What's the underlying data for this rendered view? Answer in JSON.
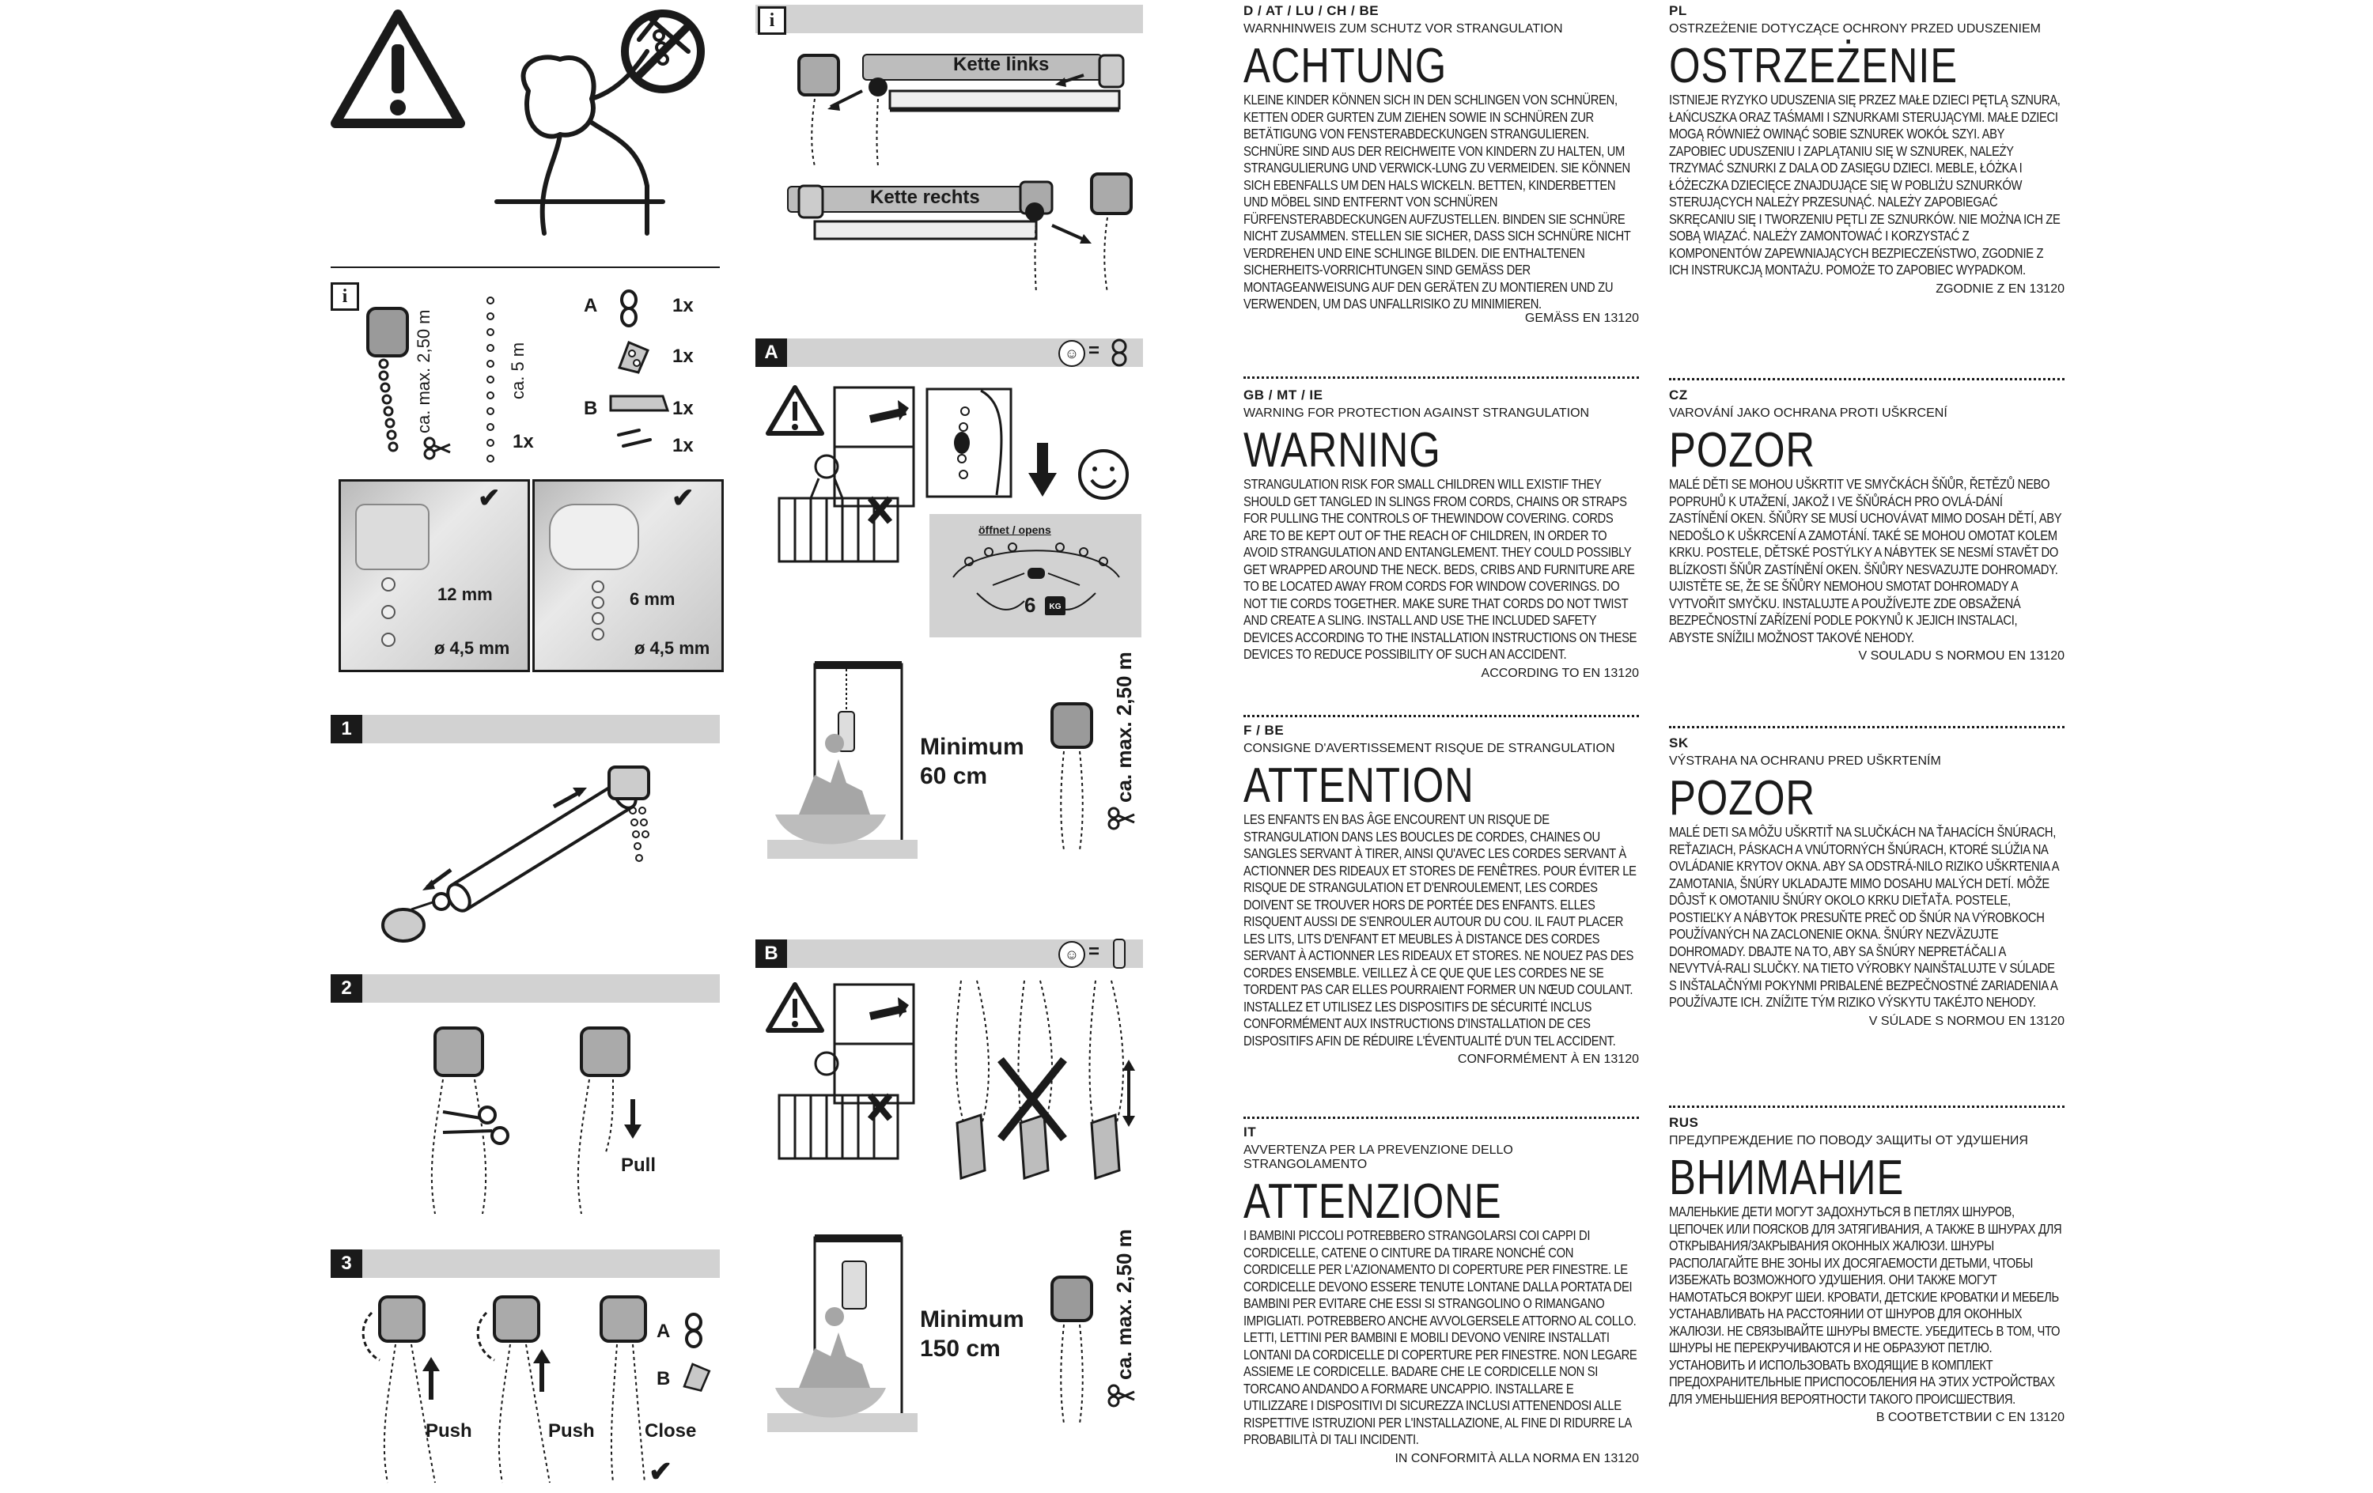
{
  "left": {
    "info_letter": "i",
    "parts": [
      {
        "letter": "A",
        "qty": "1x"
      },
      {
        "letter": "",
        "qty": "1x"
      },
      {
        "letter": "B",
        "qty": "1x"
      },
      {
        "letter": "",
        "qty": "1x"
      }
    ],
    "chain_length": "ca. 5 m",
    "chain_qty": "1x",
    "chain_cut": "ca. max. 2,50 m",
    "photo1": {
      "gap": "12 mm",
      "dia": "ø 4,5 mm"
    },
    "photo2": {
      "gap": "6 mm",
      "dia": "ø 4,5 mm"
    },
    "steps": [
      "1",
      "2",
      "3"
    ],
    "pull": "Pull",
    "push1": "Push",
    "push2": "Push",
    "close": "Close",
    "close_a": "A",
    "close_b": "B"
  },
  "middle": {
    "info_letter": "i",
    "chain_left": "Kette links",
    "chain_right": "Kette rechts",
    "sectionA": "A",
    "sectionB": "B",
    "opens": "öffnet / opens",
    "weight": "6",
    "weight_unit": "KG",
    "min1": "Minimum",
    "min1_val": "60 cm",
    "min2": "Minimum",
    "min2_val": "150 cm",
    "max1": "ca. max. 2,50 m",
    "max2": "ca. max. 2,50 m",
    "eq": "="
  },
  "warnings": [
    {
      "country": "D / AT / LU / CH / BE",
      "sub": "WARNHINWEIS ZUM SCHUTZ VOR STRANGULATION",
      "head": "ACHTUNG",
      "body": "KLEINE KINDER KÖNNEN SICH IN DEN SCHLINGEN VON SCHNÜREN, KETTEN ODER GURTEN ZUM ZIEHEN SOWIE IN SCHNÜREN ZUR BETÄTIGUNG VON FENSTERABDECKUNGEN STRANGULIEREN. SCHNÜRE SIND AUS DER REICHWEITE VON KINDERN ZU HALTEN, UM STRANGULIERUNG UND VERWICK-LUNG ZU VERMEIDEN. SIE KÖNNEN SICH EBENFALLS UM DEN HALS WICKELN. BETTEN, KINDERBETTEN UND MÖBEL SIND ENTFERNT VON SCHNÜREN FÜRFENSTERABDECKUNGEN AUFZUSTELLEN. BINDEN SIE SCHNÜRE NICHT ZUSAMMEN. STELLEN SIE SICHER, DASS SICH SCHNÜRE NICHT VERDREHEN UND EINE SCHLINGE BILDEN. DIE ENTHALTENEN SICHERHEITS-VORRICHTUNGEN SIND GEMÄSS DER MONTAGEANWEISUNG AUF DEN GERÄTEN ZU MONTIEREN UND ZU VERWENDEN, UM DAS UNFALLRISIKO ZU MINIMIEREN.",
      "norm": "GEMÄSS EN 13120"
    },
    {
      "country": "GB / MT / IE",
      "sub": "WARNING FOR PROTECTION AGAINST STRANGULATION",
      "head": "WARNING",
      "body": "STRANGULATION RISK FOR SMALL CHILDREN WILL EXISTIF THEY SHOULD GET TANGLED IN SLINGS FROM CORDS, CHAINS OR STRAPS FOR PULLING THE CONTROLS OF THEWINDOW COVERING. CORDS ARE TO BE KEPT OUT OF THE REACH OF CHILDREN, IN ORDER TO AVOID STRANGULATION AND ENTANGLEMENT. THEY COULD POSSIBLY GET WRAPPED AROUND THE NECK. BEDS, CRIBS AND FURNITURE ARE TO BE LOCATED AWAY FROM CORDS FOR WINDOW COVERINGS. DO NOT TIE CORDS TOGETHER. MAKE SURE THAT CORDS DO NOT TWIST AND CREATE A SLING. INSTALL AND USE THE INCLUDED SAFETY DEVICES ACCORDING TO THE INSTALLATION INSTRUCTIONS ON THESE DEVICES TO REDUCE POSSIBILITY OF SUCH AN ACCIDENT.",
      "norm": "ACCORDING TO EN 13120"
    },
    {
      "country": "F / BE",
      "sub": "CONSIGNE D'AVERTISSEMENT RISQUE DE STRANGULATION",
      "head": "ATTENTION",
      "body": "LES ENFANTS EN BAS ÂGE ENCOURENT UN RISQUE DE STRANGULATION DANS LES BOUCLES DE CORDES, CHAINES OU SANGLES SERVANT À TIRER, AINSI QU'AVEC LES CORDES SERVANT À ACTIONNER DES RIDEAUX ET STORES DE FENÊTRES. POUR ÉVITER LE RISQUE DE STRANGULATION ET D'ENROULEMENT, LES CORDES DOIVENT SE TROUVER HORS DE PORTÉE DES ENFANTS. ELLES RISQUENT AUSSI DE S'ENROULER AUTOUR DU COU. IL FAUT PLACER LES LITS, LITS D'ENFANT ET MEUBLES À DISTANCE DES CORDES SERVANT À ACTIONNER LES RIDEAUX ET STORES. NE NOUEZ PAS DES CORDES ENSEMBLE. VEILLEZ À CE QUE QUE LES CORDES NE SE TORDENT PAS CAR ELLES POURRAIENT FORMER UN NŒUD COULANT. INSTALLEZ ET UTILISEZ LES DISPOSITIFS DE SÉCURITÉ INCLUS CONFORMÉMENT AUX INSTRUCTIONS D'INSTALLATION DE CES DISPOSITIFS AFIN DE RÉDUIRE L'ÉVENTUALITÉ D'UN TEL ACCIDENT.",
      "norm": "CONFORMÉMENT À EN 13120"
    },
    {
      "country": "IT",
      "sub": "AVVERTENZA PER LA PREVENZIONE DELLO STRANGOLAMENTO",
      "head": "ATTENZIONE",
      "body": "I BAMBINI PICCOLI POTREBBERO STRANGOLARSI COI CAPPI DI CORDICELLE, CATENE O CINTURE DA TIRARE NONCHÉ CON CORDICELLE PER L'AZIONAMENTO DI COPERTURE PER FINESTRE. LE CORDICELLE DEVONO ESSERE TENUTE LONTANE DALLA PORTATA DEI BAMBINI PER EVITARE CHE ESSI SI STRANGOLINO O RIMANGANO IMPIGLIATI. POTREBBERO ANCHE AVVOLGERSELE ATTORNO AL COLLO. LETTI, LETTINI PER BAMBINI E MOBILI DEVONO VENIRE INSTALLATI LONTANI DA CORDICELLE DI COPERTURE PER FINESTRE. NON LEGARE ASSIEME LE CORDICELLE. BADARE CHE LE CORDICELLE NON SI TORCANO ANDANDO A FORMARE UNCAPPIO. INSTALLARE E UTILIZZARE I DISPOSITIVI DI SICUREZZA INCLUSI ATTENENDOSI ALLE RISPETTIVE ISTRUZIONI PER L'INSTALLAZIONE, AL FINE DI RIDURRE LA PROBABILITÀ DI TALI INCIDENTI.",
      "norm": "IN CONFORMITÀ ALLA NORMA EN 13120"
    },
    {
      "country": "PL",
      "sub": "OSTRZEŻENIE DOTYCZĄCE OCHRONY PRZED UDUSZENIEM",
      "head": "OSTRZEŻENIE",
      "body": "ISTNIEJE RYZYKO UDUSZENIA SIĘ PRZEZ MAŁE DZIECI PĘTLĄ SZNURA, ŁAŃCUSZKA ORAZ TAŚMAMI I SZNURKAMI STERUJĄCYMI. MAŁE DZIECI MOGĄ RÓWNIEŻ OWINĄĆ SOBIE SZNUREK WOKÓŁ SZYI. ABY ZAPOBIEC UDUSZENIU I ZAPLĄTANIU SIĘ W SZNUREK, NALEŻY TRZYMAĆ SZNURKI Z DALA OD ZASIĘGU DZIECI. MEBLE, ŁÓŻKA I ŁÓŻECZKA DZIECIĘCE ZNAJDUJĄCE SIĘ W POBLIŻU SZNURKÓW STERUJĄCYCH NALEŻY PRZESUNĄĆ. NALEŻY ZAPOBIEGAĆ SKRĘCANIU SIĘ I TWORZENIU PĘTLI ZE SZNURKÓW. NIE MOŻNA ICH ZE SOBĄ WIĄZAĆ. NALEŻY ZAMONTOWAĆ I KORZYSTAĆ Z KOMPONENTÓW ZAPEWNIAJĄCYCH BEZPIECZEŃSTWO, ZGODNIE Z ICH INSTRUKCJĄ MONTAŻU. POMOŻE TO ZAPOBIEC WYPADKOM.",
      "norm": "ZGODNIE Z EN 13120"
    },
    {
      "country": "CZ",
      "sub": "VAROVÁNÍ JAKO OCHRANA PROTI UŠKRCENÍ",
      "head": "POZOR",
      "body": "MALÉ DĚTI SE MOHOU UŠKRTIT VE SMYČKÁCH ŠŇŮR, ŘETĚZŮ NEBO POPRUHŮ K UTAŽENÍ, JAKOŽ I VE ŠŇŮRÁCH PRO OVLÁ-DÁNÍ ZASTÍNĚNÍ OKEN. ŠŇŮRY SE MUSÍ UCHOVÁVAT MIMO DOSAH DĚTÍ, ABY NEDOŠLO K UŠKRCENÍ A ZAMOTÁNÍ. TAKÉ SE MOHOU OMOTAT KOLEM KRKU. POSTELE, DĚTSKÉ POSTÝLKY A NÁBYTEK SE NESMÍ STAVĚT DO BLÍZKOSTI ŠŇŮR ZASTÍNĚNÍ OKEN. ŠŇŮRY NESVAZUJTE DOHROMADY. UJISTĚTE SE, ŽE SE ŠŇŮRY NEMOHOU SMOTAT DOHROMADY A VYTVOŘIT SMYČKU. INSTALUJTE A POUŽÍVEJTE ZDE OBSAŽENÁ BEZPEČNOSTNÍ ZAŘÍZENÍ PODLE POKYNŮ K JEJICH INSTALACI, ABYSTE SNÍŽILI MOŽNOST TAKOVÉ NEHODY.",
      "norm": "V SOULADU S NORMOU EN 13120"
    },
    {
      "country": "SK",
      "sub": "VÝSTRAHA NA OCHRANU PRED UŠKRTENÍM",
      "head": "POZOR",
      "body": "MALÉ DETI SA MÔŽU UŠKRTIŤ NA SLUČKÁCH NA ŤAHACÍCH ŠNÚRACH, REŤAZIACH, PÁSKACH A VNÚTORNÝCH ŠNÚRACH, KTORÉ SLÚŽIA NA OVLÁDANIE KRYTOV OKNA. ABY SA ODSTRÁ-NILO RIZIKO UŠKRTENIA A ZAMOTANIA, ŠNÚRY UKLADAJTE MIMO DOSAHU MALÝCH DETÍ. MÔŽE DÔJSŤ K OMOTANIU ŠNÚRY OKOLO KRKU DIEŤAŤA. POSTELE, POSTIEĽKY A NÁBYTOK PRESUŇTE PREČ OD ŠNÚR NA VÝROBKOCH POUŽÍVANÝCH NA ZACLONENIE OKNA. ŠNÚRY NEZVÄZUJTE DOHROMADY. DBAJTE NA TO, ABY SA ŠNÚRY NEPRETÁČALI A NEVYTVÁ-RALI SLUČKY. NA TIETO VÝROBKY NAINŠTALUJTE V SÚLADE S INŠTALAČNÝMI POKYNMI PRIBALENÉ BEZPEČNOSTNÉ ZARIADENIA A POUŽÍVAJTE ICH. ZNÍŽITE TÝM RIZIKO VÝSKYTU TAKÉJTO NEHODY.",
      "norm": "V SÚLADE S NORMOU EN 13120"
    },
    {
      "country": "RUS",
      "sub": "ПРЕДУПРЕЖДЕНИЕ ПО ПОВОДУ ЗАЩИТЫ ОТ УДУШЕНИЯ",
      "head": "ВНИМАНИЕ",
      "body": "МАЛЕНЬКИЕ ДЕТИ МОГУТ ЗАДОХНУТЬСЯ В ПЕТЛЯХ ШНУРОВ, ЦЕПОЧЕК ИЛИ ПОЯСКОВ ДЛЯ ЗАТЯГИВАНИЯ, А ТАКЖЕ В ШНУРАХ ДЛЯ ОТКРЫВАНИЯ/ЗАКРЫВАНИЯ ОКОННЫХ ЖАЛЮЗИ. ШНУРЫ РАСПОЛАГАЙТЕ ВНЕ ЗОНЫ ИХ ДОСЯГАЕМОСТИ ДЕТЬМИ, ЧТОБЫ ИЗБЕЖАТЬ ВОЗМОЖНОГО УДУШЕНИЯ. ОНИ ТАКЖЕ МОГУТ НАМОТАТЬСЯ ВОКРУГ ШЕИ. КРОВАТИ, ДЕТСКИЕ КРОВАТКИ И МЕБЕЛЬ УСТАНАВЛИВАТЬ НА РАССТОЯНИИ ОТ ШНУРОВ ДЛЯ ОКОННЫХ ЖАЛЮЗИ. НЕ СВЯЗЫВАЙТЕ ШНУРЫ ВМЕСТЕ. УБЕДИТЕСЬ В ТОМ, ЧТО ШНУРЫ НЕ ПЕРЕКРУЧИВАЮТСЯ И НЕ ОБРАЗУЮТ ПЕТЛЮ. УСТАНОВИТЬ И ИСПОЛЬЗОВАТЬ ВХОДЯЩИЕ В КОМПЛЕКТ ПРЕДОХРАНИТЕЛЬНЫЕ ПРИСПОСОБЛЕНИЯ НА ЭТИХ УСТРОЙСТВАХ ДЛЯ УМЕНЬШЕНИЯ ВЕРОЯТНОСТИ ТАКОГО ПРОИСШЕСТВИЯ.",
      "norm": "В СООТВЕТСТВИИ С EN 13120"
    }
  ]
}
